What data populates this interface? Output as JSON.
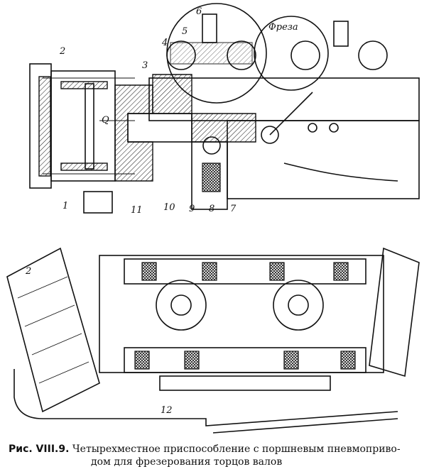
{
  "top_view_labels": {
    "l1": "1",
    "l2": "2",
    "l3": "3",
    "l4": "4",
    "l5": "5",
    "l6": "6",
    "l7": "7",
    "l8": "8",
    "l9": "9",
    "l10": "10",
    "l11": "11",
    "cutter": "Фреза",
    "force": "Q"
  },
  "bottom_view_labels": {
    "l2": "2",
    "l12": "12"
  },
  "caption": {
    "figure": "Рис. VIII.9.",
    "line1": "Четырехместное приспособление с поршневым пневмоприво-",
    "line2": "дом для фрезерования торцов валов"
  }
}
